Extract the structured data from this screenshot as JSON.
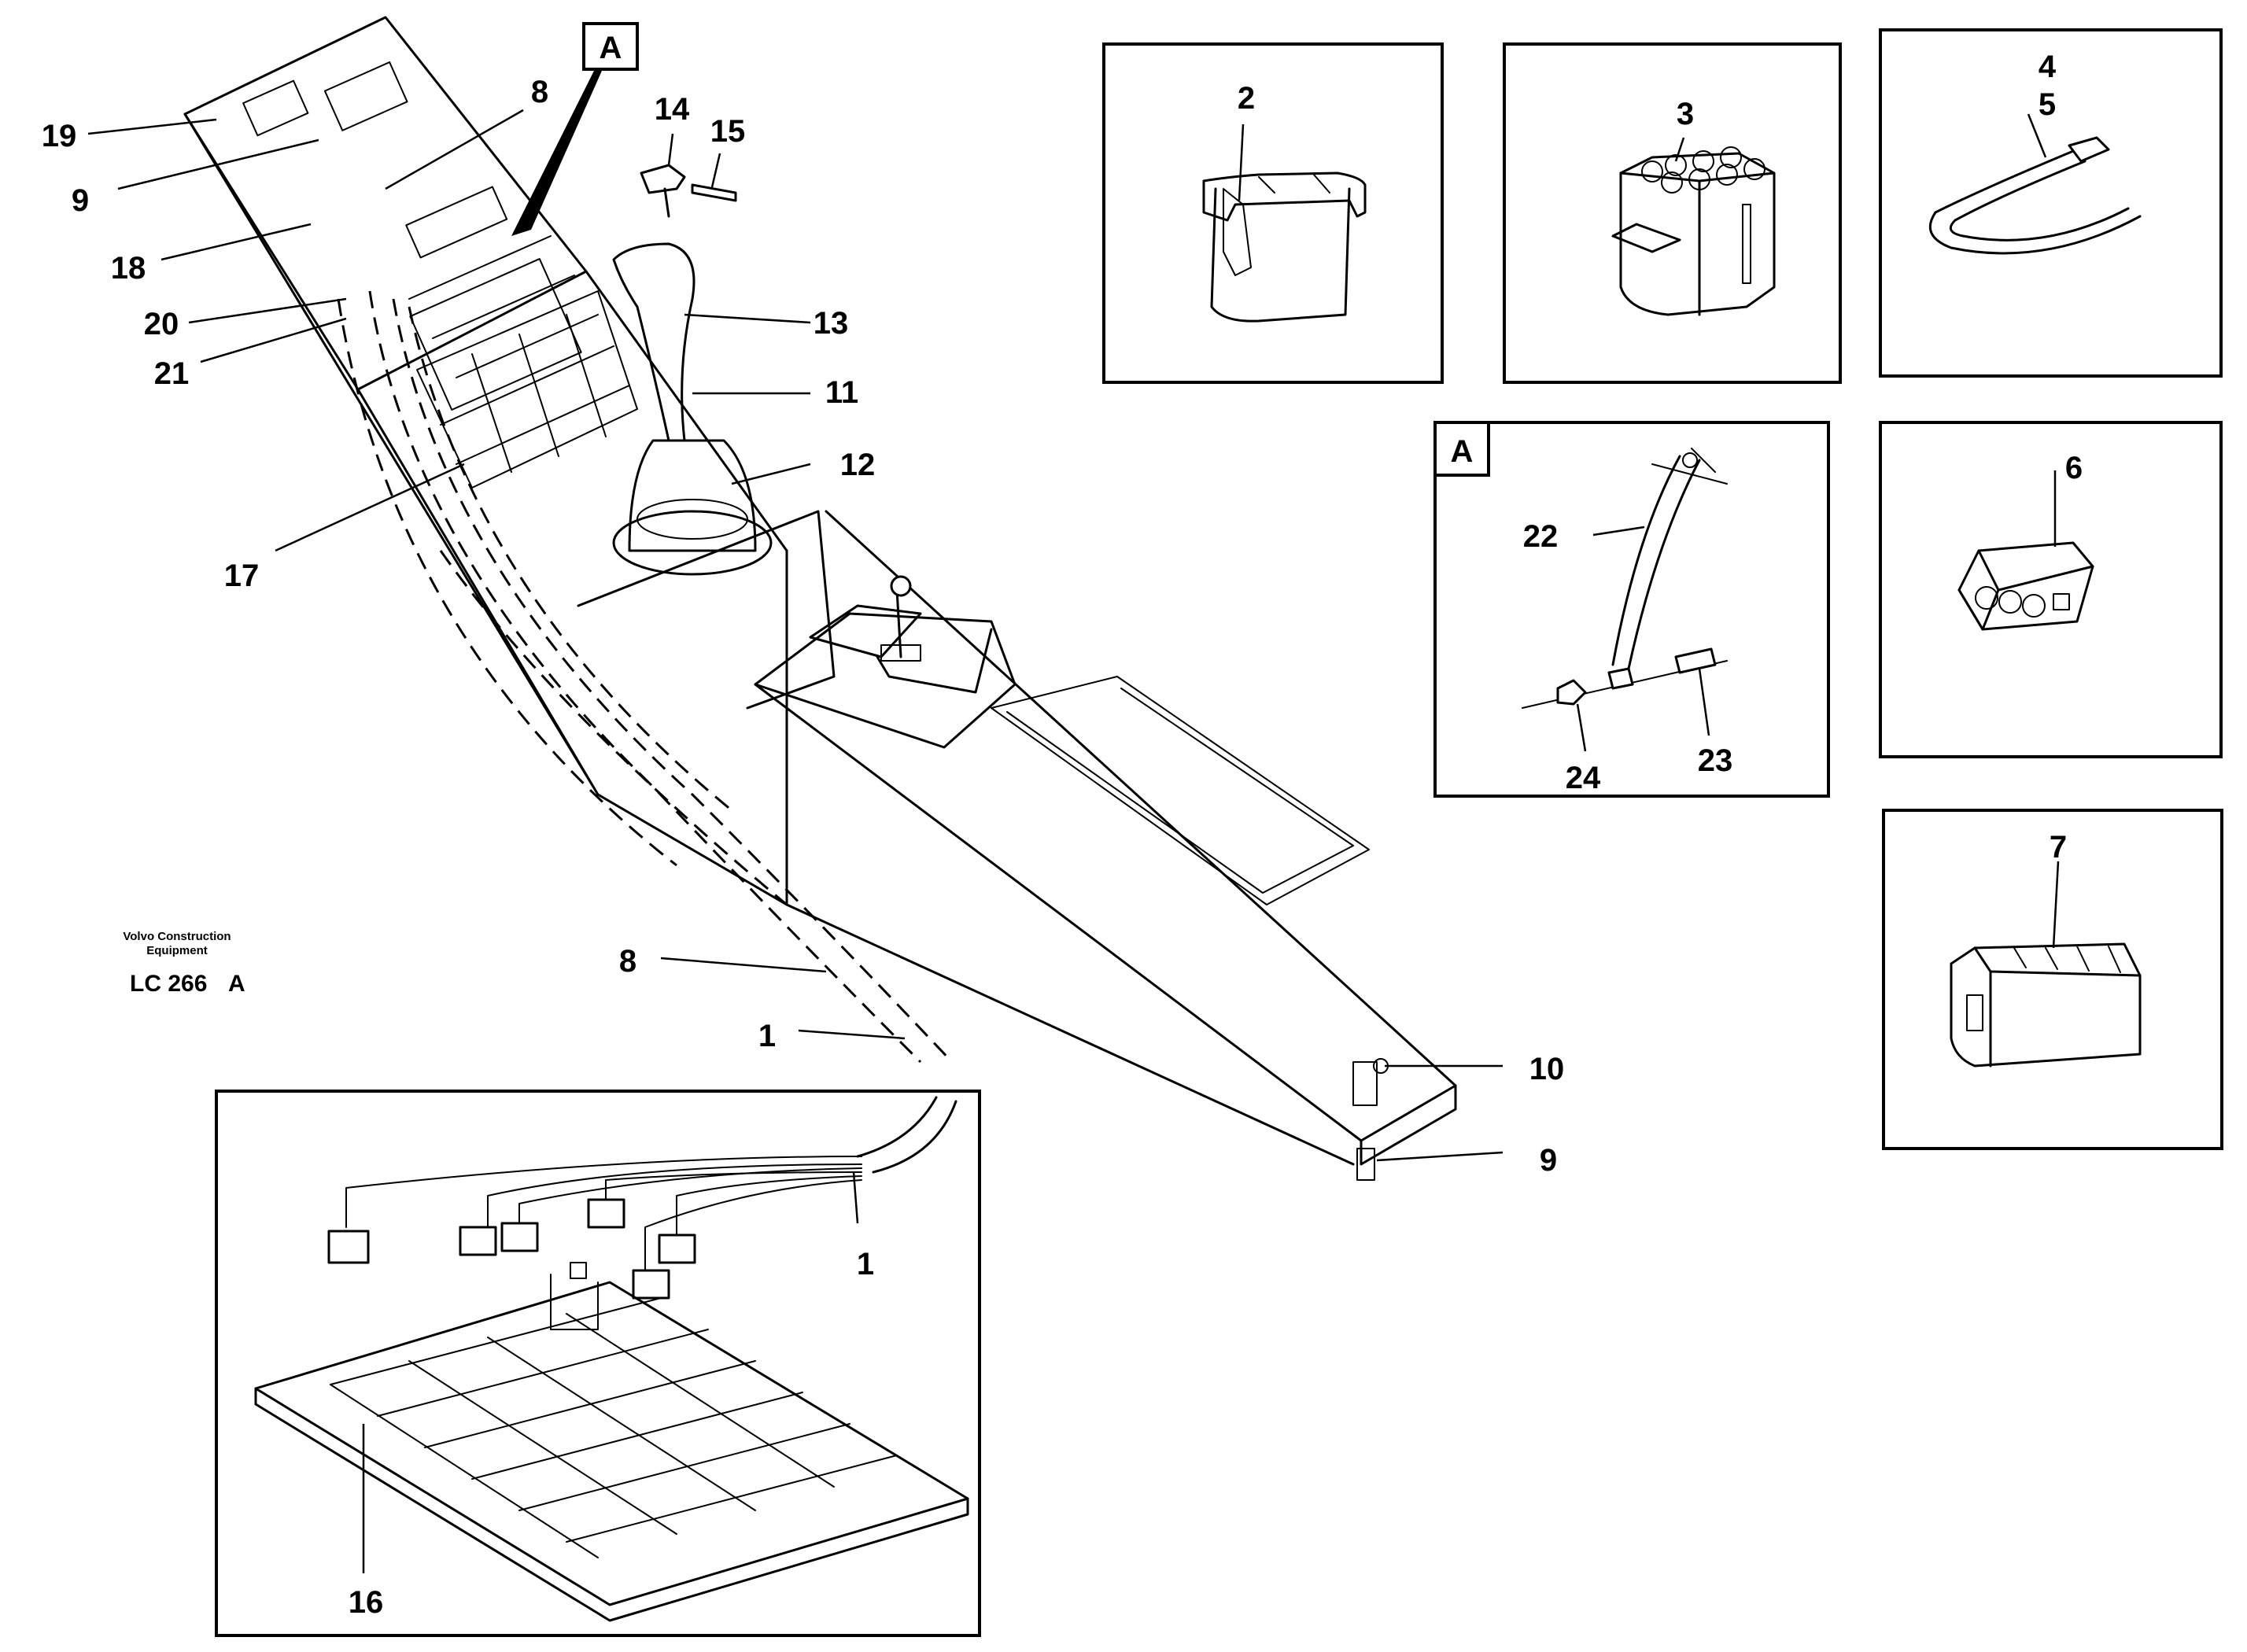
{
  "maker": {
    "line1": "Volvo Construction",
    "line2": "Equipment",
    "code": "LC 266",
    "code_suffix": "A"
  },
  "detail_tag": "A",
  "detail_box_tag": "A",
  "callouts": {
    "c19": "19",
    "c9a": "9",
    "c18": "18",
    "c20": "20",
    "c21": "21",
    "c17": "17",
    "c8a": "8",
    "c14": "14",
    "c15": "15",
    "c13": "13",
    "c11": "11",
    "c12": "12",
    "c8b": "8",
    "c1a": "1",
    "c10": "10",
    "c9b": "9",
    "c1b": "1",
    "c16": "16",
    "c2": "2",
    "c3": "3",
    "c4": "4",
    "c5": "5",
    "c6": "6",
    "c7": "7",
    "c22": "22",
    "c23": "23",
    "c24": "24"
  }
}
